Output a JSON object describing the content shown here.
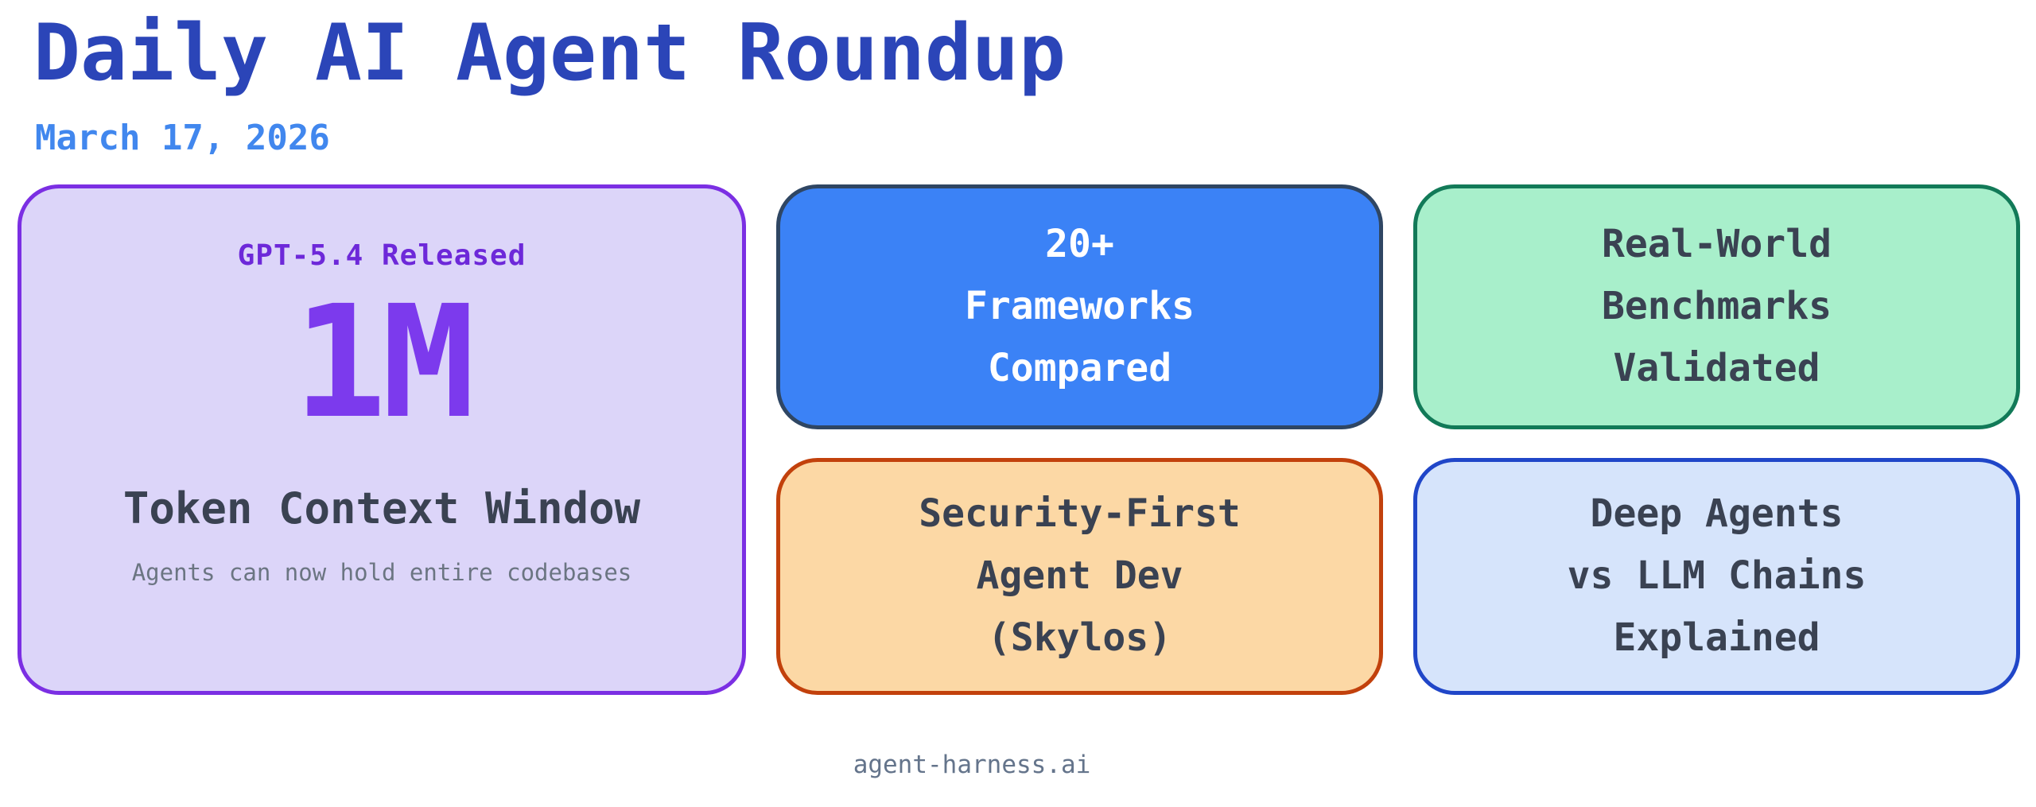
{
  "header": {
    "title": "Daily AI Agent Roundup",
    "date": "March 17, 2026"
  },
  "hero_card": {
    "kicker": "GPT-5.4 Released",
    "stat": "1M",
    "stat_label": "Token Context Window",
    "subtitle": "Agents can now hold entire codebases",
    "bg": "#dcd5f9",
    "border": "#7b2fe3",
    "kicker_color": "#6d28d9",
    "stat_color": "#7c3aed",
    "label_color": "#3a4252",
    "subtitle_color": "#6b7582"
  },
  "cards": [
    {
      "id": "frameworks",
      "lines": [
        "20+",
        "Frameworks",
        "Compared"
      ],
      "bg": "#3b82f6",
      "border": "#2f4663",
      "text": "#ffffff"
    },
    {
      "id": "benchmarks",
      "lines": [
        "Real-World",
        "Benchmarks",
        "Validated"
      ],
      "bg": "#a8efcb",
      "border": "#127a58",
      "text": "#3a4252"
    },
    {
      "id": "security",
      "lines": [
        "Security-First",
        "Agent Dev",
        "(Skylos)"
      ],
      "bg": "#fcd8a5",
      "border": "#c2410c",
      "text": "#3a4252"
    },
    {
      "id": "deep-agents",
      "lines": [
        "Deep Agents",
        "vs LLM Chains",
        "Explained"
      ],
      "bg": "#d6e4fb",
      "border": "#2046c8",
      "text": "#3a4252"
    }
  ],
  "footer": {
    "site": "agent-harness.ai"
  },
  "colors": {
    "title": "#2b45b8",
    "date": "#4187ee",
    "page_bg": "#ffffff",
    "footer_text": "#64748b"
  }
}
